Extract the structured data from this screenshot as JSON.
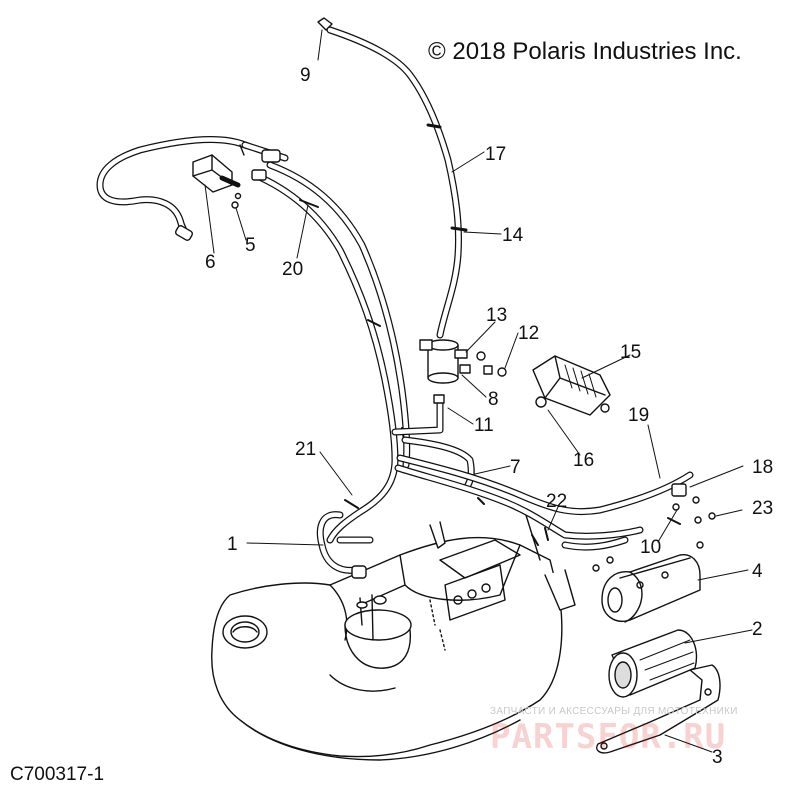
{
  "copyright": "© 2018 Polaris Industries Inc.",
  "drawing_id": "C700317-1",
  "watermark": {
    "line1": "ЗАПЧАСТИ И АКСЕССУАРЫ ДЛЯ МОТОТЕХНИКИ",
    "line2": "PARTSFOR.RU"
  },
  "callouts": {
    "c1": "1",
    "c2": "2",
    "c3": "3",
    "c4": "4",
    "c5": "5",
    "c6": "6",
    "c7": "7",
    "c8": "8",
    "c9": "9",
    "c10": "10",
    "c11": "11",
    "c12": "12",
    "c13": "13",
    "c14": "14",
    "c15": "15",
    "c16": "16",
    "c17": "17",
    "c18": "18",
    "c19": "19",
    "c20": "20",
    "c21": "21",
    "c22": "22",
    "c23": "23"
  },
  "colors": {
    "line": "#111111",
    "fill": "#ffffff",
    "shade": "#dddddd",
    "dark": "#555555"
  }
}
